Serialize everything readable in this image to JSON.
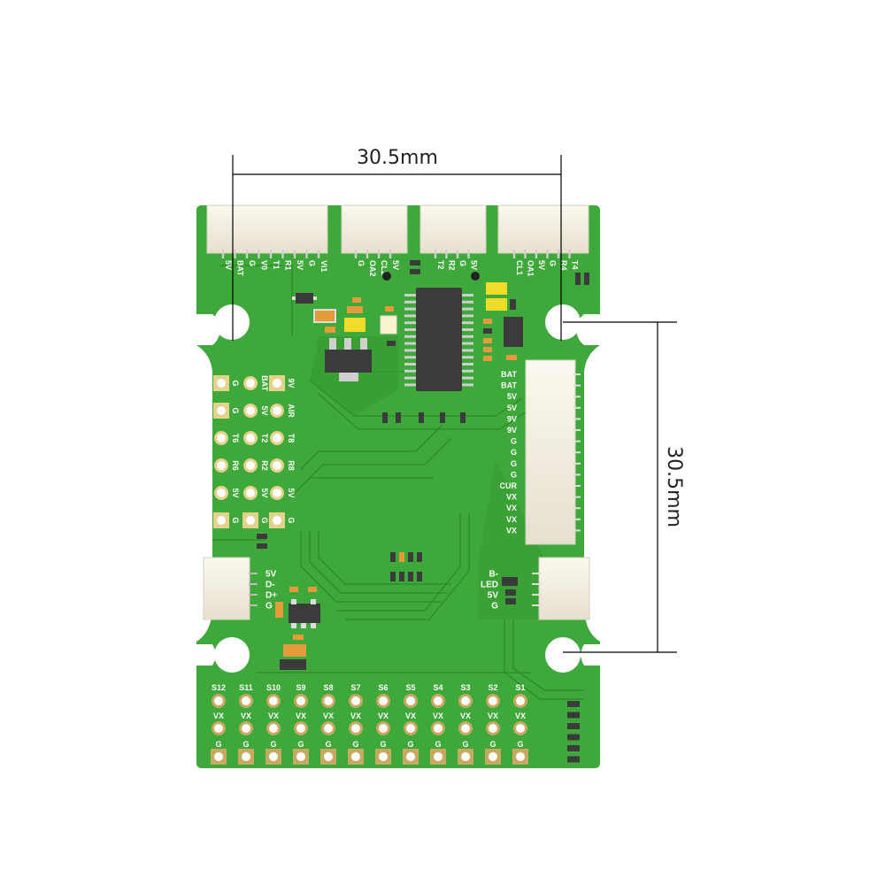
{
  "dimensions": {
    "horizontal": "30.5mm",
    "vertical": "30.5mm"
  },
  "colors": {
    "board": "#3fa83a",
    "board_dark": "#2f8f2b",
    "trace": "#2a8a26",
    "connector": "#f3efe3",
    "pad_gold": "#d8c06a",
    "ic": "#3b3b3b",
    "silk": "#ffffff"
  },
  "top_connectors": [
    {
      "name": "connector-8pin-power",
      "pins": [
        "5V",
        "BAT",
        "G",
        "V0",
        "T1",
        "R1",
        "5V",
        "G",
        "Vi1"
      ]
    },
    {
      "name": "connector-4pin-oa2",
      "pins": [
        "G",
        "OA2",
        "CL2",
        "5V"
      ]
    },
    {
      "name": "connector-4pin-t2",
      "pins": [
        "T2",
        "R2",
        "G",
        "5V"
      ]
    },
    {
      "name": "connector-6pin-cl1",
      "pins": [
        "CL1",
        "OA1",
        "5V",
        "G",
        "R4",
        "T4"
      ]
    }
  ],
  "pad_grid": {
    "col1": [
      "G",
      "G",
      "T6",
      "R6",
      "5V",
      "G"
    ],
    "col2": [
      "BAT",
      "5V",
      "T2",
      "R2",
      "5V",
      "G"
    ],
    "col3": [
      "9V",
      "AIR",
      "T8",
      "R8",
      "5V",
      "G"
    ]
  },
  "right_connector_labels": [
    "BAT",
    "BAT",
    "5V",
    "5V",
    "9V",
    "9V",
    "G",
    "G",
    "G",
    "G",
    "CUR",
    "VX",
    "VX",
    "VX",
    "VX"
  ],
  "usb_labels": [
    "5V",
    "D-",
    "D+",
    "G"
  ],
  "led_labels": [
    "B-",
    "LED",
    "5V",
    "G"
  ],
  "servo_headers": {
    "channels": [
      "S12",
      "S11",
      "S10",
      "S9",
      "S8",
      "S7",
      "S6",
      "S5",
      "S4",
      "S3",
      "S2",
      "S1"
    ],
    "vx_label": "VX",
    "g_label": "G"
  }
}
